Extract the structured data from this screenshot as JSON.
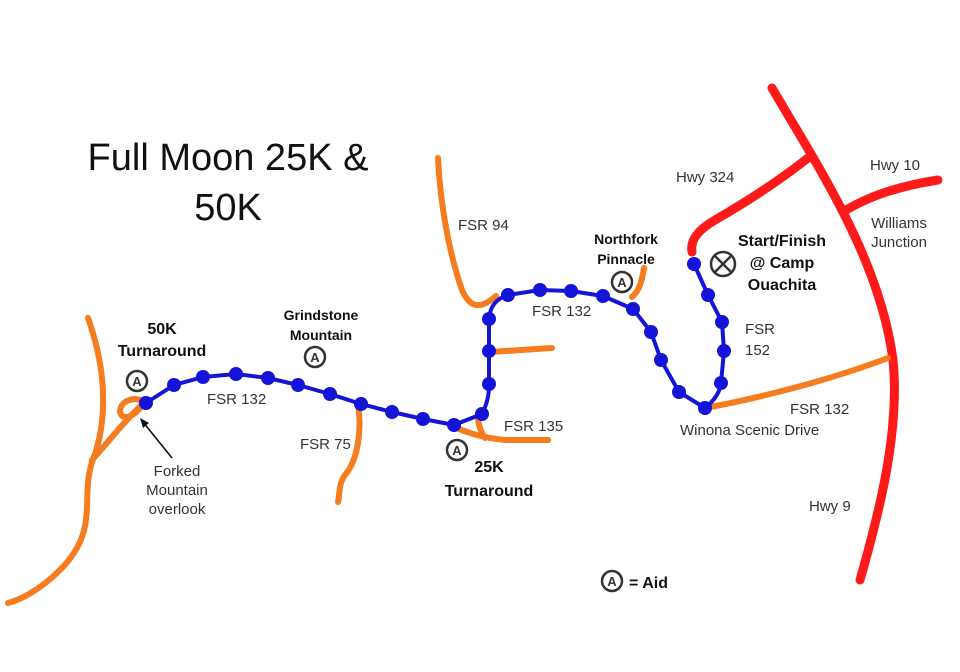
{
  "title": {
    "line1": "Full Moon 25K &",
    "line2": "50K"
  },
  "highways": {
    "hwy_324": "Hwy 324",
    "hwy_10": "Hwy 10",
    "hwy_9": "Hwy 9"
  },
  "forest_roads": {
    "fsr_94": "FSR 94",
    "fsr_132_a": "FSR 132",
    "fsr_132_b": "FSR 132",
    "fsr_132_c": "FSR 132",
    "fsr_75": "FSR 75",
    "fsr_135": "FSR 135",
    "fsr_152_line1": "FSR",
    "fsr_152_line2": "152",
    "winona": "Winona Scenic Drive"
  },
  "places": {
    "start_finish_line1": "Start/Finish",
    "start_finish_line2": "@ Camp",
    "start_finish_line3": "Ouachita",
    "williams_line1": "Williams",
    "williams_line2": "Junction",
    "northfork_line1": "Northfork",
    "northfork_line2": "Pinnacle",
    "grindstone_line1": "Grindstone",
    "grindstone_line2": "Mountain",
    "turn50_line1": "50K",
    "turn50_line2": "Turnaround",
    "turn25_line1": "25K",
    "turn25_line2": "Turnaround",
    "forked_line1": "Forked",
    "forked_line2": "Mountain",
    "forked_line3": "overlook"
  },
  "legend": {
    "aid_symbol": "A",
    "aid_label": "= Aid"
  },
  "colors": {
    "highway": "#ff1a1a",
    "forest_road": "#f57c1f",
    "course": "#1414d9"
  }
}
